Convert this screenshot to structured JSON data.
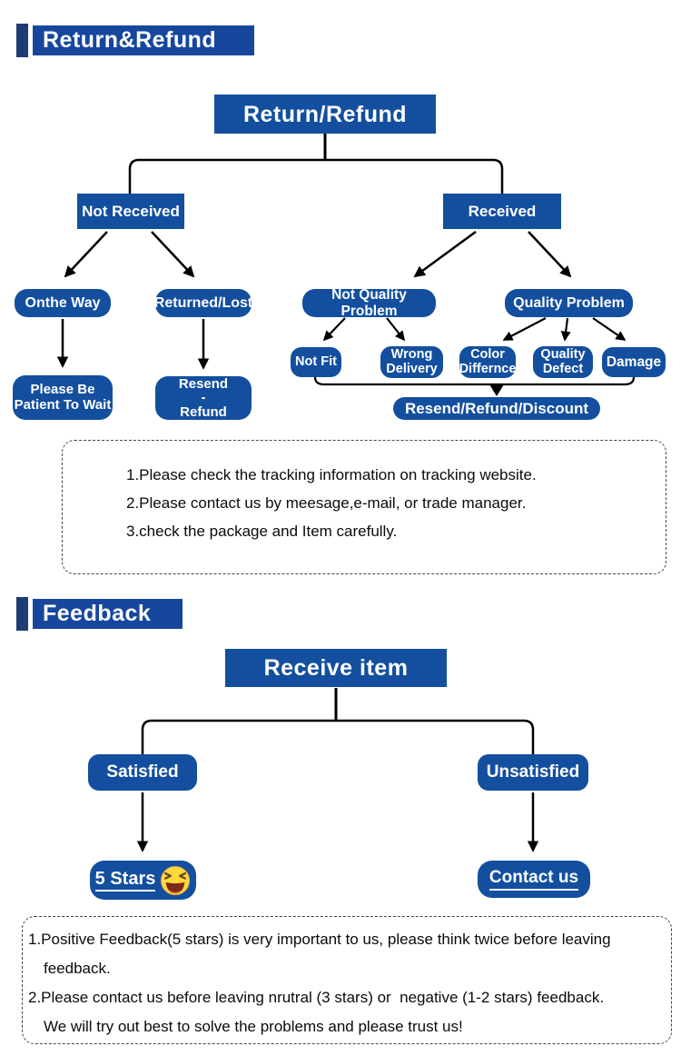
{
  "colors": {
    "box_blue": "#134F9E",
    "header_blue": "#16479D",
    "bar_blue": "#1C3D72"
  },
  "icons": {
    "five_stars": "laughing-emoji"
  },
  "sections": {
    "return_refund": {
      "header_label": "Return&Refund",
      "root": "Return/Refund",
      "not_received": "Not Received",
      "received": "Received",
      "on_the_way": "Onthe Way",
      "returned_lost": "Returned/Lost",
      "please_wait": "Please Be\nPatient To Wait",
      "resend_refund": "Resend\n-\nRefund",
      "not_quality_problem": "Not Quality Problem",
      "quality_problem": "Quality Problem",
      "not_fit": "Not Fit",
      "wrong_delivery": "Wrong\nDelivery",
      "color_difference": "Color\nDiffernce",
      "quality_defect": "Quality\nDefect",
      "damage": "Damage",
      "resolution": "Resend/Refund/Discount",
      "notes": [
        "1.Please check the tracking information on tracking website.",
        "2.Please contact us by meesage,e-mail, or trade manager.",
        "3.check the package and Item carefully."
      ]
    },
    "feedback": {
      "header_label": "Feedback",
      "root": "Receive item",
      "satisfied": "Satisfied",
      "unsatisfied": "Unsatisfied",
      "five_stars": "5 Stars",
      "contact_us": "Contact us",
      "notes": [
        "1.Positive Feedback(5 stars) is very important to us, please think twice before leaving",
        "feedback.",
        "2.Please contact us before leaving nrutral (3 stars) or  negative (1-2 stars) feedback.",
        "We will try out best to solve the problems and please trust us!"
      ]
    }
  }
}
